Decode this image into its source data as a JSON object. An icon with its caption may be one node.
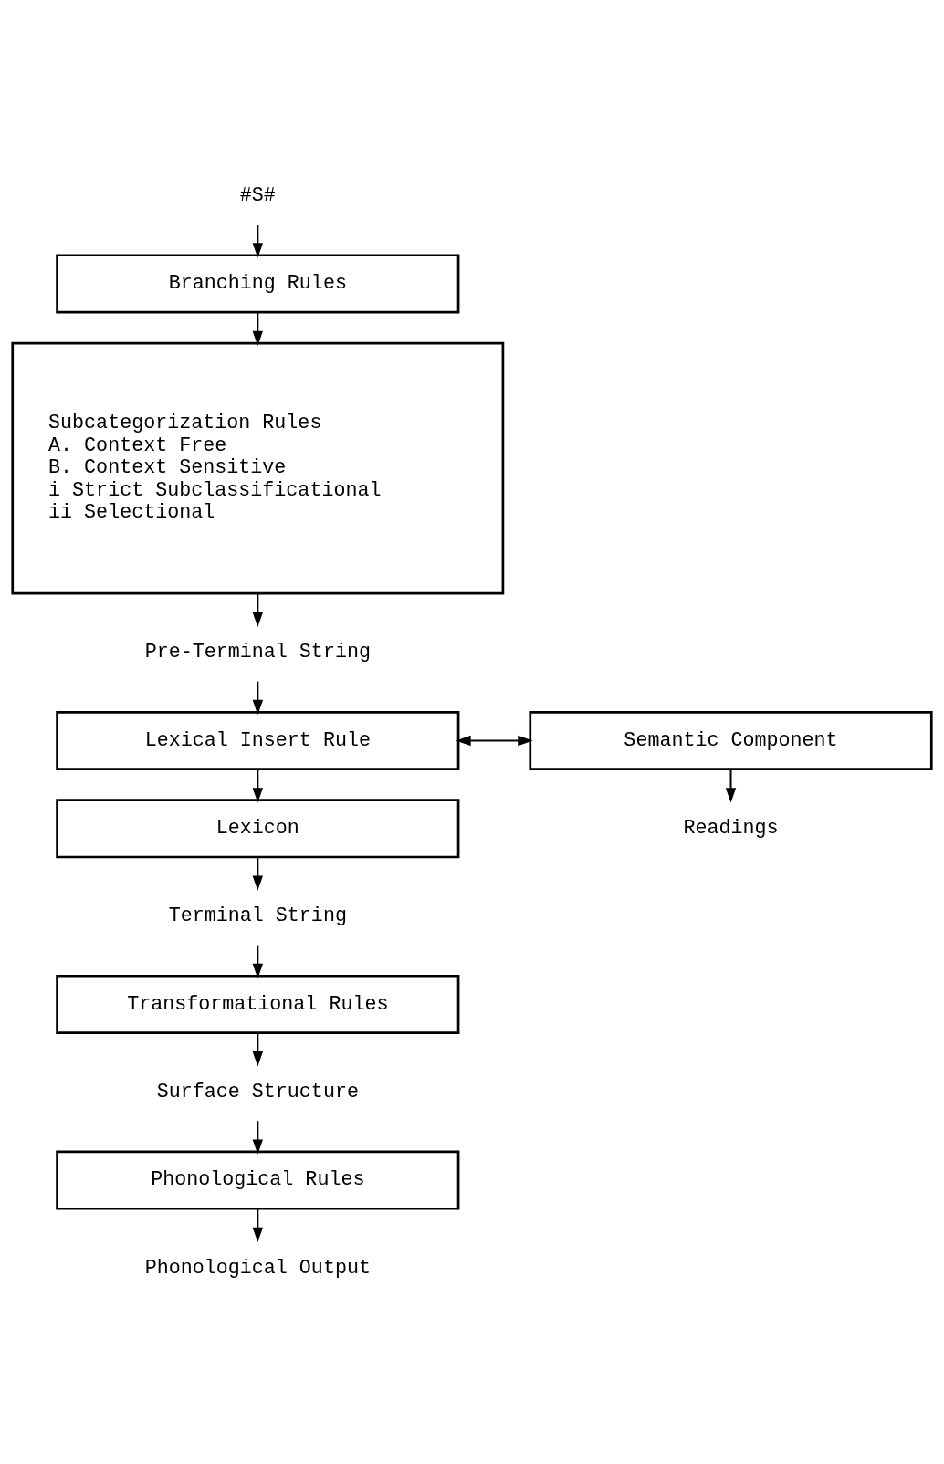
{
  "diagram": {
    "nodes": [
      {
        "text": [
          "#S#"
        ]
      },
      {
        "text": [
          "Branching Rules"
        ]
      },
      {
        "text": [
          "Subcategorization Rules",
          "A. Context Free",
          "B. Context Sensitive",
          "i Strict Subclassificational",
          "ii Selectional"
        ]
      },
      {
        "text": [
          "Pre-Terminal String"
        ]
      },
      {
        "text": [
          "Lexical Insert Rule"
        ]
      },
      {
        "text": [
          "Semantic Component"
        ]
      },
      {
        "text": [
          "Lexicon"
        ]
      },
      {
        "text": [
          "Readings"
        ]
      },
      {
        "text": [
          "Terminal String"
        ]
      },
      {
        "text": [
          "Transformational Rules"
        ]
      },
      {
        "text": [
          "Surface Structure"
        ]
      },
      {
        "text": [
          "Phonological Rules"
        ]
      },
      {
        "text": [
          "Phonological Output"
        ]
      }
    ],
    "edges": [
      {
        "from": 0,
        "to": 1,
        "arrow": "to"
      },
      {
        "from": 1,
        "to": 2,
        "arrow": "to"
      },
      {
        "from": 2,
        "to": 3,
        "arrow": "to"
      },
      {
        "from": 3,
        "to": 4,
        "arrow": "to"
      },
      {
        "from": 4,
        "to": 5,
        "arrow": "both"
      },
      {
        "from": 4,
        "to": 6,
        "arrow": "to"
      },
      {
        "from": 5,
        "to": 7,
        "arrow": "to"
      },
      {
        "from": 6,
        "to": 8,
        "arrow": "to"
      },
      {
        "from": 8,
        "to": 9,
        "arrow": "to"
      },
      {
        "from": 9,
        "to": 10,
        "arrow": "to"
      },
      {
        "from": 10,
        "to": 11,
        "arrow": "to"
      },
      {
        "from": 11,
        "to": 12,
        "arrow": "to"
      }
    ]
  }
}
